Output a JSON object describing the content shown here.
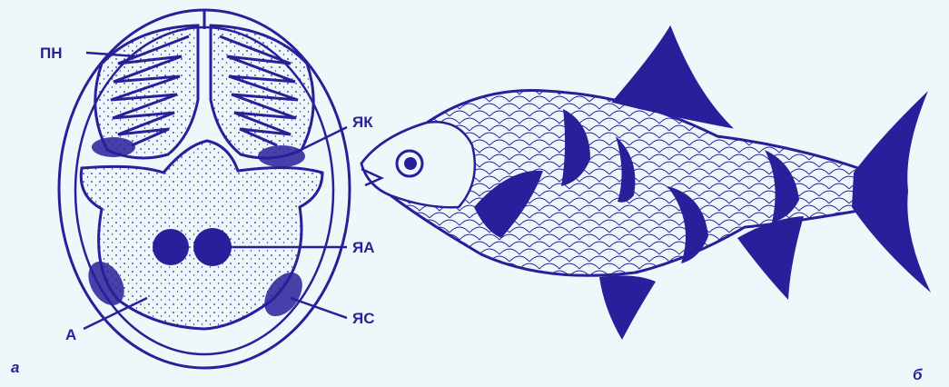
{
  "figure": {
    "ink_color": "#2b1e9a",
    "paper_color": "#eef8fb",
    "panel_a": {
      "panel_letter": "а",
      "labels": {
        "pn": "ПН",
        "yak": "ЯК",
        "ya": "ЯА",
        "ys": "ЯС",
        "a": "А"
      }
    },
    "panel_b": {
      "panel_letter": "б"
    }
  }
}
